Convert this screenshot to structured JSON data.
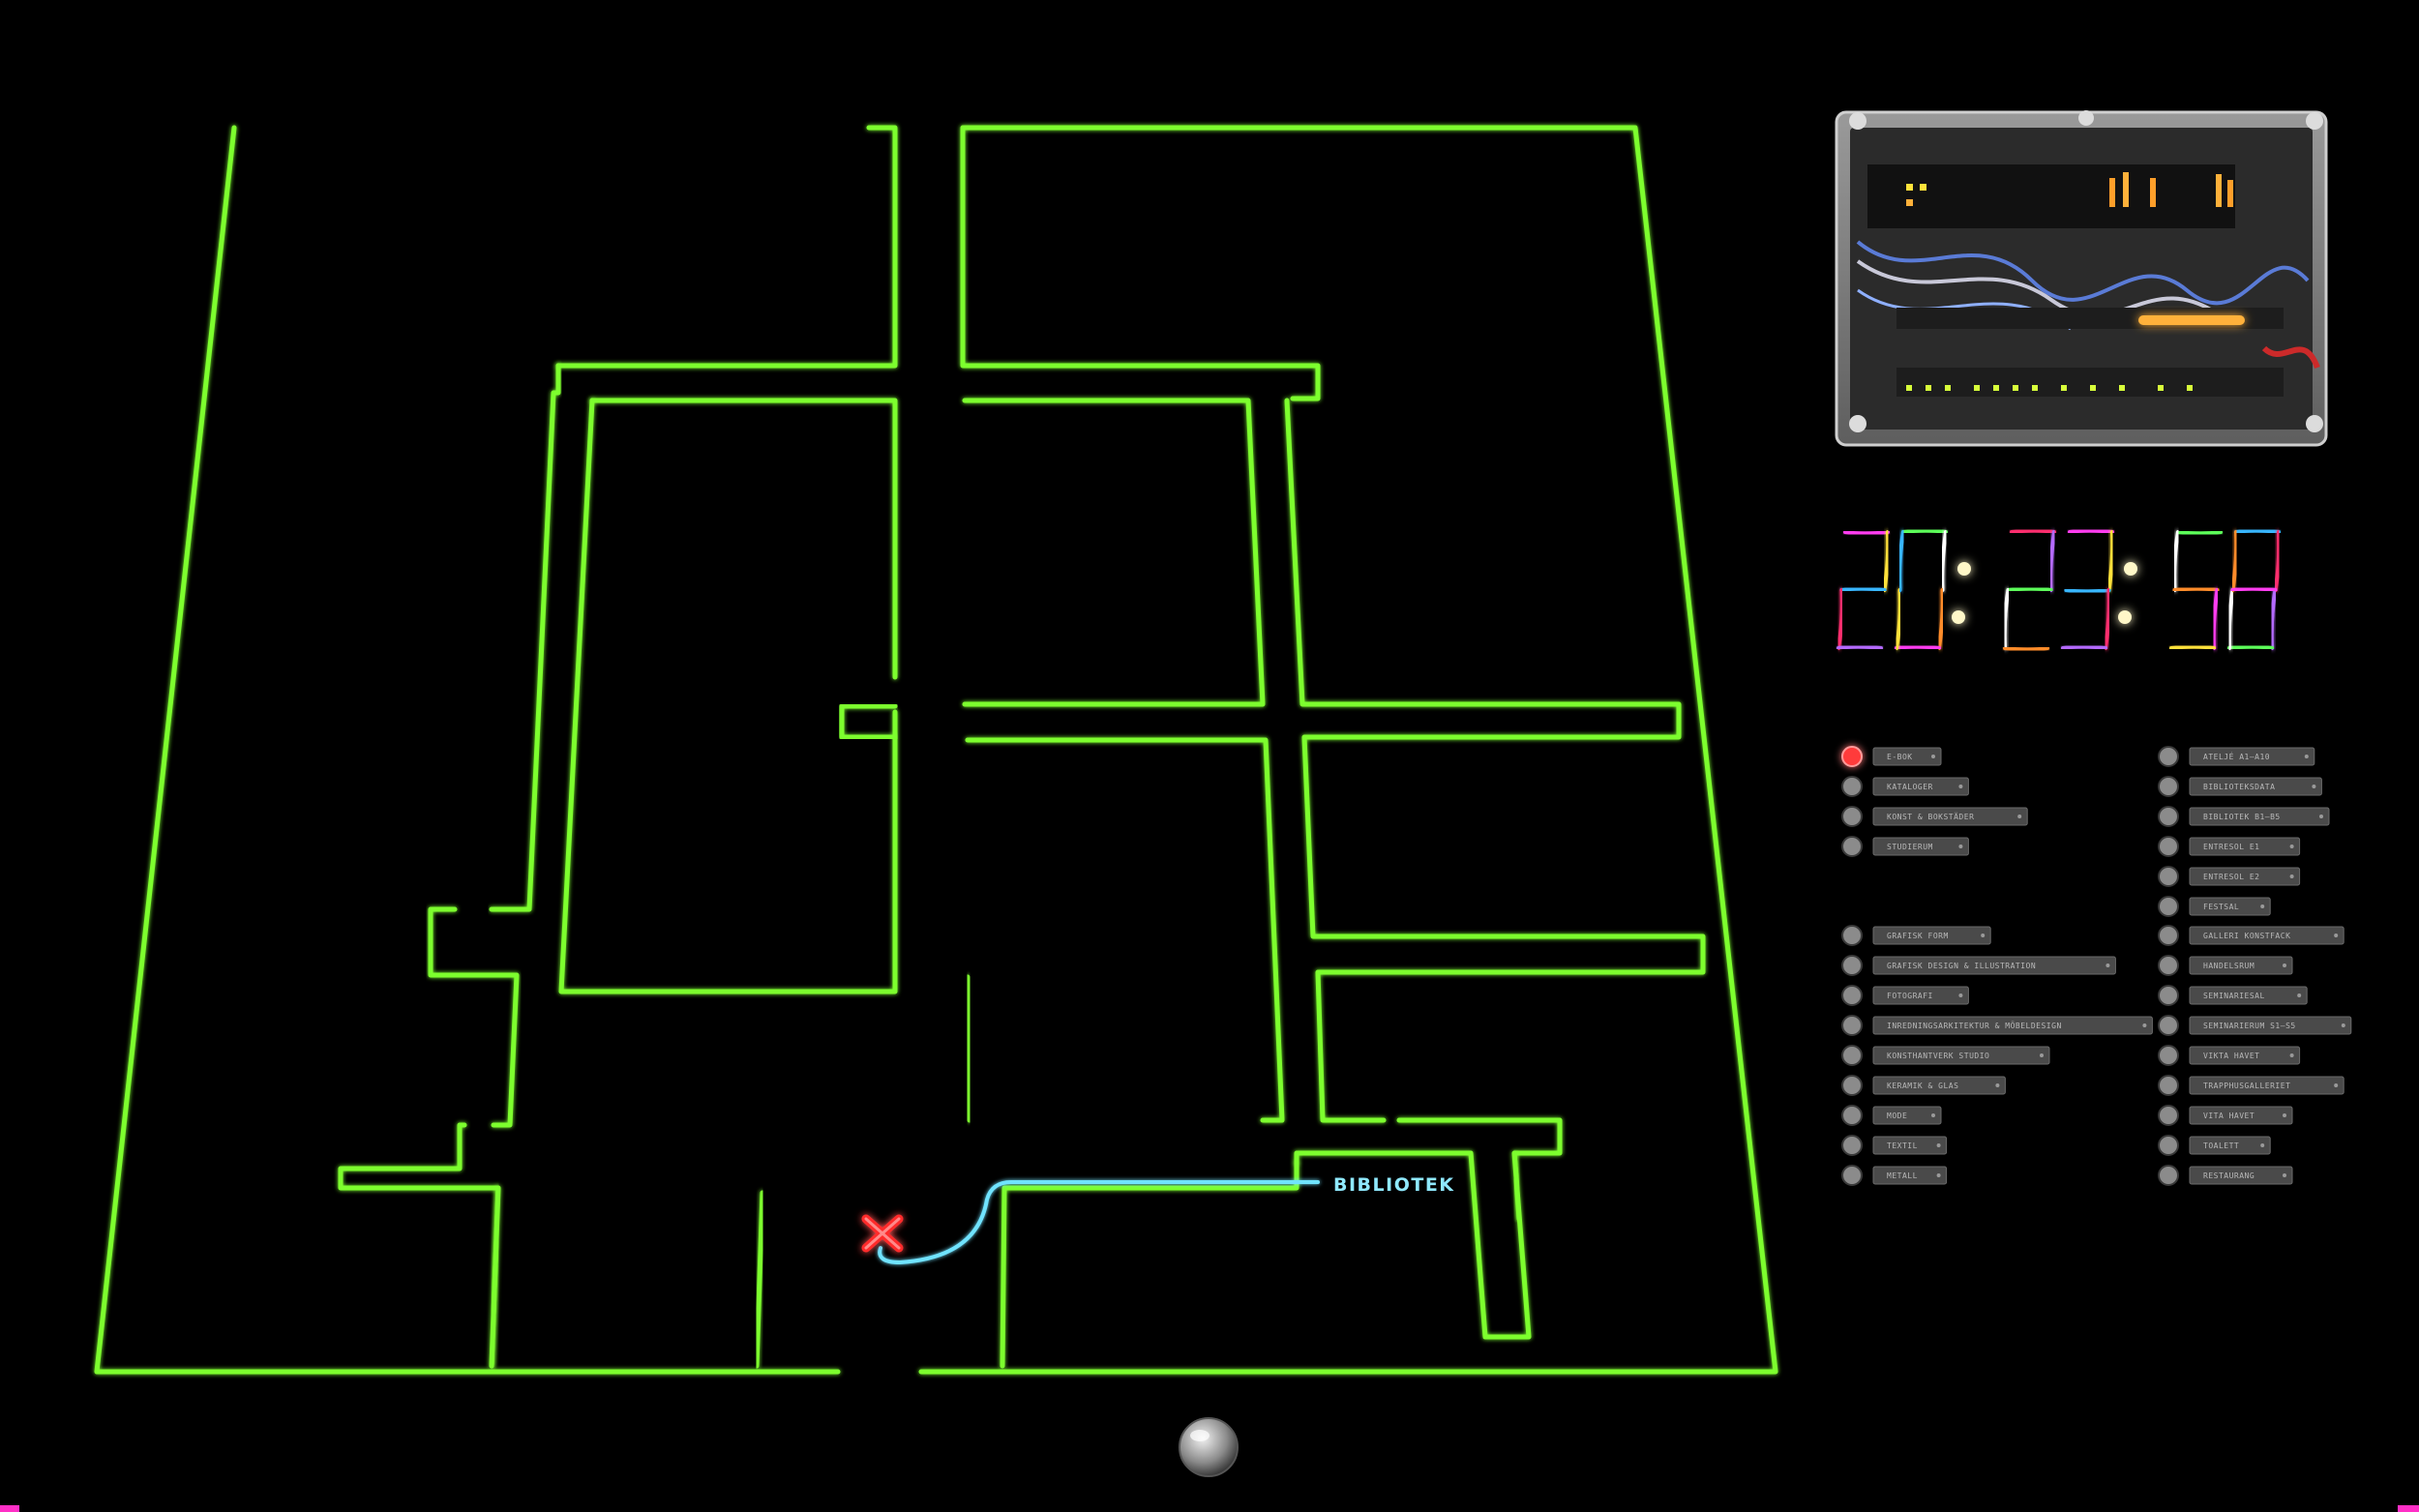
{
  "map": {
    "destination_label": "BIBLIOTEK",
    "current_location_icon": "x-mark-icon",
    "wall_color": "#7dff2e",
    "route_color": "#6fe3ff",
    "marker_color": "#ff2b2b"
  },
  "clock": {
    "display": "20:23:58",
    "digits": [
      "2",
      "0",
      "2",
      "3",
      "5",
      "8"
    ],
    "segment_colors": [
      "#ff3df0",
      "#ffe13a",
      "#39b6ff",
      "#ff2f6e",
      "#b46bff",
      "#5dff5a",
      "#ffffff",
      "#ff8c2a"
    ]
  },
  "directory": {
    "left": [
      {
        "label": "E-BOK",
        "active": true
      },
      {
        "label": "KATALOGER",
        "active": false
      },
      {
        "label": "KONST & BOKSTÄDER",
        "active": false
      },
      {
        "label": "STUDIERUM",
        "active": false
      },
      {
        "label": "GRAFISK FORM",
        "active": false
      },
      {
        "label": "GRAFISK DESIGN & ILLUSTRATION",
        "active": false
      },
      {
        "label": "FOTOGRAFI",
        "active": false
      },
      {
        "label": "INREDNINGSARKITEKTUR & MÖBELDESIGN",
        "active": false
      },
      {
        "label": "KONSTHANTVERK STUDIO",
        "active": false
      },
      {
        "label": "KERAMIK & GLAS",
        "active": false
      },
      {
        "label": "MODE",
        "active": false
      },
      {
        "label": "TEXTIL",
        "active": false
      },
      {
        "label": "METALL",
        "active": false
      }
    ],
    "right": [
      {
        "label": "ATELJÉ A1–A10",
        "active": false
      },
      {
        "label": "BIBLIOTEKSDATA",
        "active": false
      },
      {
        "label": "BIBLIOTEK B1–B5",
        "active": false
      },
      {
        "label": "ENTRESOL E1",
        "active": false
      },
      {
        "label": "ENTRESOL E2",
        "active": false
      },
      {
        "label": "FESTSAL",
        "active": false
      },
      {
        "label": "GALLERI KONSTFACK",
        "active": false
      },
      {
        "label": "HANDELSRUM",
        "active": false
      },
      {
        "label": "SEMINARIESAL",
        "active": false
      },
      {
        "label": "SEMINARIERUM S1–S5",
        "active": false
      },
      {
        "label": "VIKTA HAVET",
        "active": false
      },
      {
        "label": "TRAPPHUSGALLERIET",
        "active": false
      },
      {
        "label": "VITA HAVET",
        "active": false
      },
      {
        "label": "TOALETT",
        "active": false
      },
      {
        "label": "RESTAURANG",
        "active": false
      }
    ]
  }
}
